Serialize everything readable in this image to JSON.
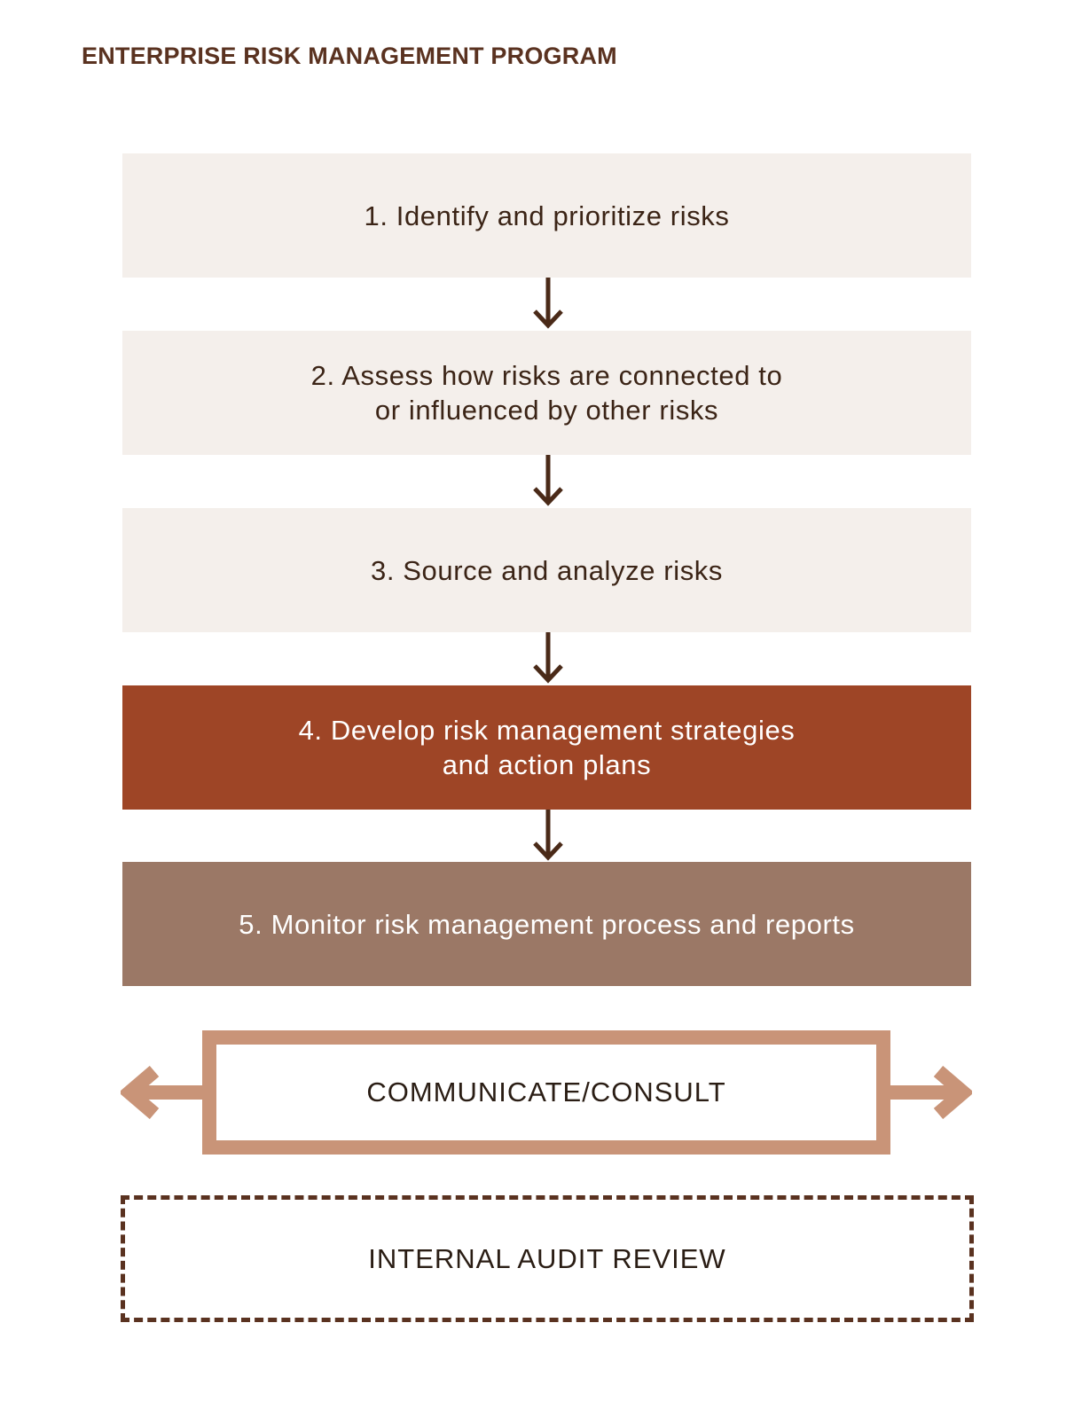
{
  "diagram": {
    "title": "ENTERPRISE RISK MANAGEMENT PROGRAM",
    "steps": [
      {
        "lines": [
          "1. Identify and prioritize risks"
        ]
      },
      {
        "lines": [
          "2. Assess how risks are connected to",
          "or influenced by other risks"
        ]
      },
      {
        "lines": [
          "3. Source and analyze risks"
        ]
      },
      {
        "lines": [
          "4. Develop risk management strategies",
          "and action plans"
        ]
      },
      {
        "lines": [
          "5. Monitor risk management process and reports"
        ]
      }
    ],
    "communicate_label": "COMMUNICATE/CONSULT",
    "audit_label": "INTERNAL AUDIT REVIEW"
  },
  "colors": {
    "title_text": "#5a3220",
    "light_step_fill": "#f4efeb",
    "step4_fill": "#9e4526",
    "step5_fill": "#9b7866",
    "arrow": "#4a2a18",
    "communicate_border": "#c99478",
    "audit_border": "#5a3220"
  }
}
